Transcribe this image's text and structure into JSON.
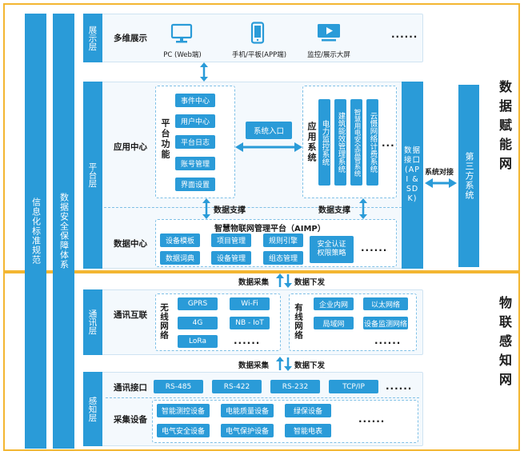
{
  "side": {
    "info_std": "信息化标准规范",
    "security": "数据安全保障体系"
  },
  "right": {
    "data_empower": "数据赋能网",
    "iot_perception": "物联感知网",
    "third_party": "第三方系统",
    "system_dock": "系统对接",
    "data_interface": "数据接口(API & SDK)"
  },
  "display": {
    "tab": "展示层",
    "label": "多维展示",
    "items": [
      "PC (Web端)",
      "手机/平板(APP端)",
      "监控/展示大屏"
    ],
    "more": "......"
  },
  "platform": {
    "tab": "平台层",
    "app_center": "应用中心",
    "platform_func": "平台功能",
    "func_items": [
      "事件中心",
      "用户中心",
      "平台日志",
      "账号管理",
      "界面设置"
    ],
    "system_entry": "系统入口",
    "app_system": "应用系统",
    "app_items": [
      "电力监控系统",
      "建筑能效管理系统",
      "智慧用电安全监管系统",
      "云慑网络计费系统"
    ],
    "app_more": "...",
    "data_support_left": "数据支撑",
    "data_support_right": "数据支撑",
    "data_center": "数据中心",
    "aimp_title": "智慧物联网管理平台（AIMP）",
    "dc_items": [
      "设备模板",
      "项目管理",
      "规则引擎",
      "数据词典",
      "设备管理",
      "组态管理"
    ],
    "security_auth": "安全认证\n权限策略",
    "dc_more": "......"
  },
  "flows": {
    "collect": "数据采集",
    "issue": "数据下发"
  },
  "comm": {
    "tab": "通讯层",
    "label": "通讯互联",
    "wireless": "无线网络",
    "wireless_items": [
      "GPRS",
      "Wi-Fi",
      "4G",
      "NB - IoT",
      "LoRa"
    ],
    "wireless_more": "......",
    "wired": "有线网络",
    "wired_items": [
      "企业内网",
      "以太网络",
      "局域网",
      "设备监测网络"
    ],
    "wired_more": "......"
  },
  "sense": {
    "tab": "感知层",
    "comm_iface": "通讯接口",
    "iface_items": [
      "RS-485",
      "RS-422",
      "RS-232",
      "TCP/IP"
    ],
    "iface_more": "......",
    "collect_dev": "采集设备",
    "dev_items": [
      "智能测控设备",
      "电能质量设备",
      "绿保设备",
      "电气安全设备",
      "电气保护设备",
      "智能电表"
    ],
    "dev_more": "......"
  }
}
